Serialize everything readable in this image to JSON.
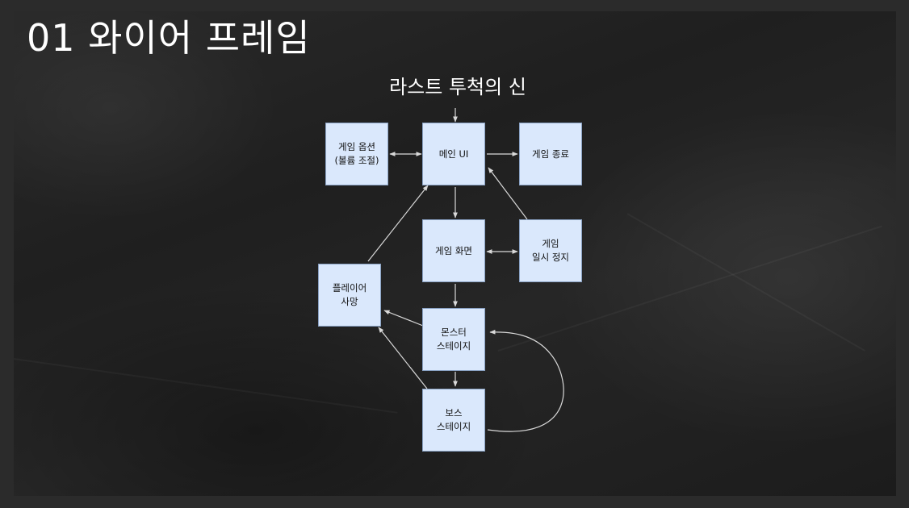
{
  "slide": {
    "title": "01 와이어 프레임"
  },
  "diagram": {
    "title": "라스트 투척의 신",
    "nodes": {
      "main_ui": "메인 UI",
      "game_options": "게임 옵션\n(볼륨 조절)",
      "game_exit": "게임 종료",
      "game_screen": "게임 화면",
      "game_pause": "게임\n일시 정지",
      "player_death": "플레이어\n사망",
      "monster_stage": "몬스터\n스테이지",
      "boss_stage": "보스\n스테이지"
    },
    "edges": [
      {
        "from": "title",
        "to": "main_ui"
      },
      {
        "from": "main_ui",
        "to": "game_options",
        "bidirectional": true
      },
      {
        "from": "main_ui",
        "to": "game_exit"
      },
      {
        "from": "main_ui",
        "to": "game_screen"
      },
      {
        "from": "game_screen",
        "to": "game_pause",
        "bidirectional": true
      },
      {
        "from": "game_pause",
        "to": "main_ui"
      },
      {
        "from": "game_screen",
        "to": "monster_stage"
      },
      {
        "from": "monster_stage",
        "to": "boss_stage"
      },
      {
        "from": "boss_stage",
        "to": "monster_stage"
      },
      {
        "from": "monster_stage",
        "to": "player_death"
      },
      {
        "from": "boss_stage",
        "to": "player_death"
      },
      {
        "from": "player_death",
        "to": "main_ui"
      }
    ]
  },
  "colors": {
    "node_fill": "#dae8fc",
    "node_border": "#8aa2c4",
    "arrow": "#d9d9d9",
    "text": "#ffffff"
  }
}
